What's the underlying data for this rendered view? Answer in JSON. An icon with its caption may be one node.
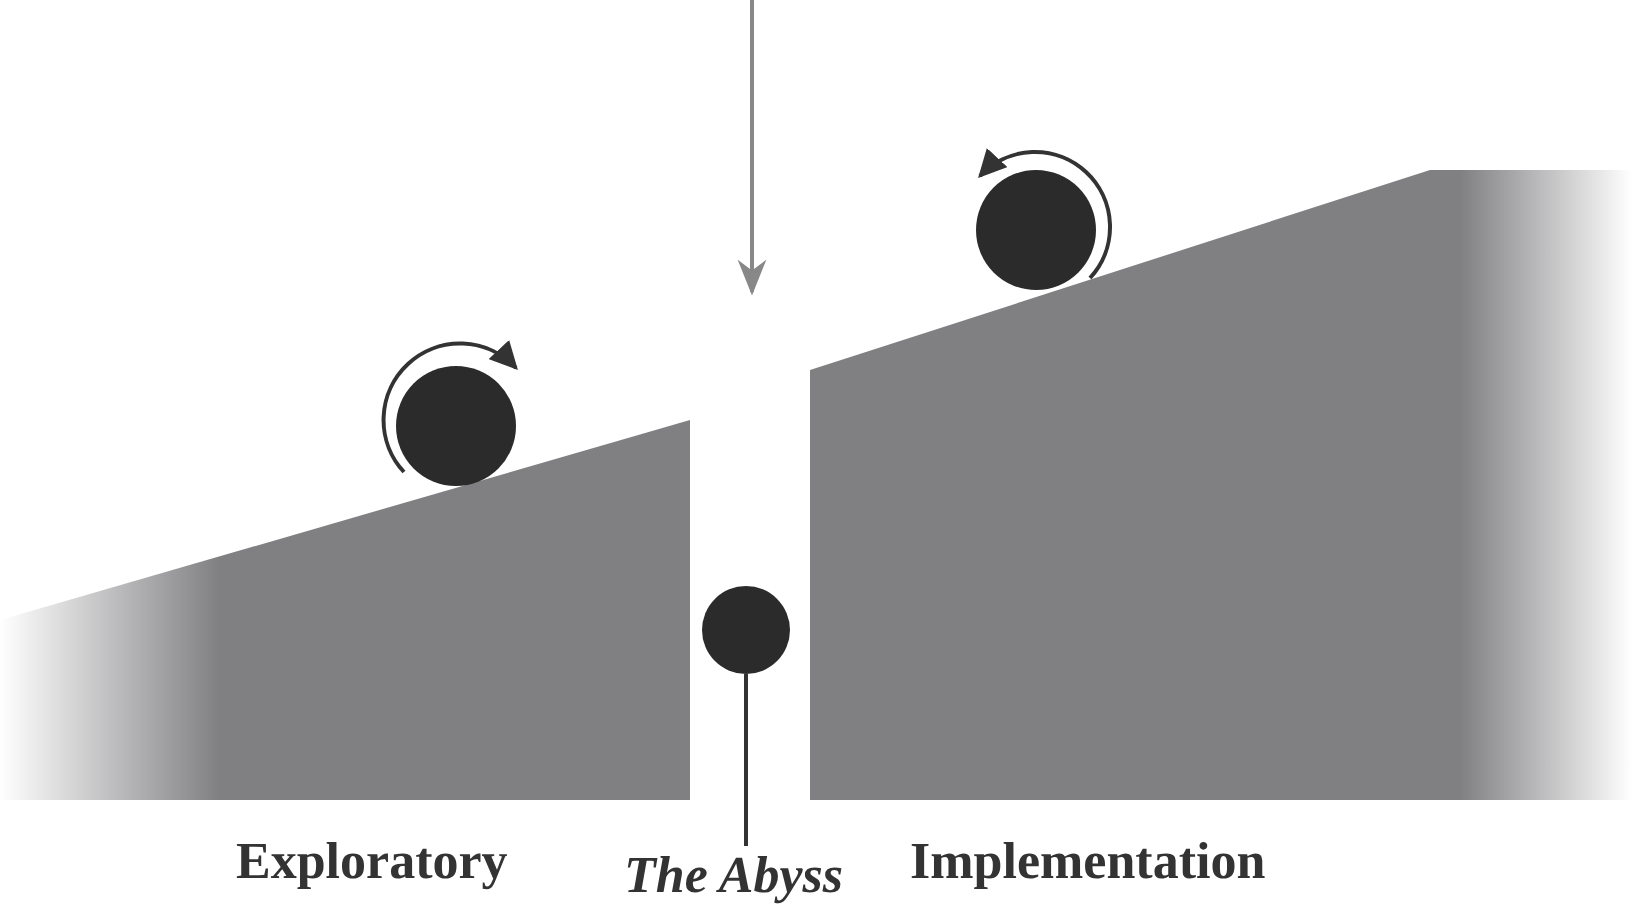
{
  "diagram": {
    "nodes": [
      {
        "text": [
          "The Abyss"
        ]
      },
      {
        "text": [],
        "shape": "circle"
      }
    ],
    "edges": [
      {
        "from": 0,
        "to": 1,
        "arrow": "none"
      }
    ],
    "labels": [
      "Exploratory",
      "Implementation"
    ]
  }
}
